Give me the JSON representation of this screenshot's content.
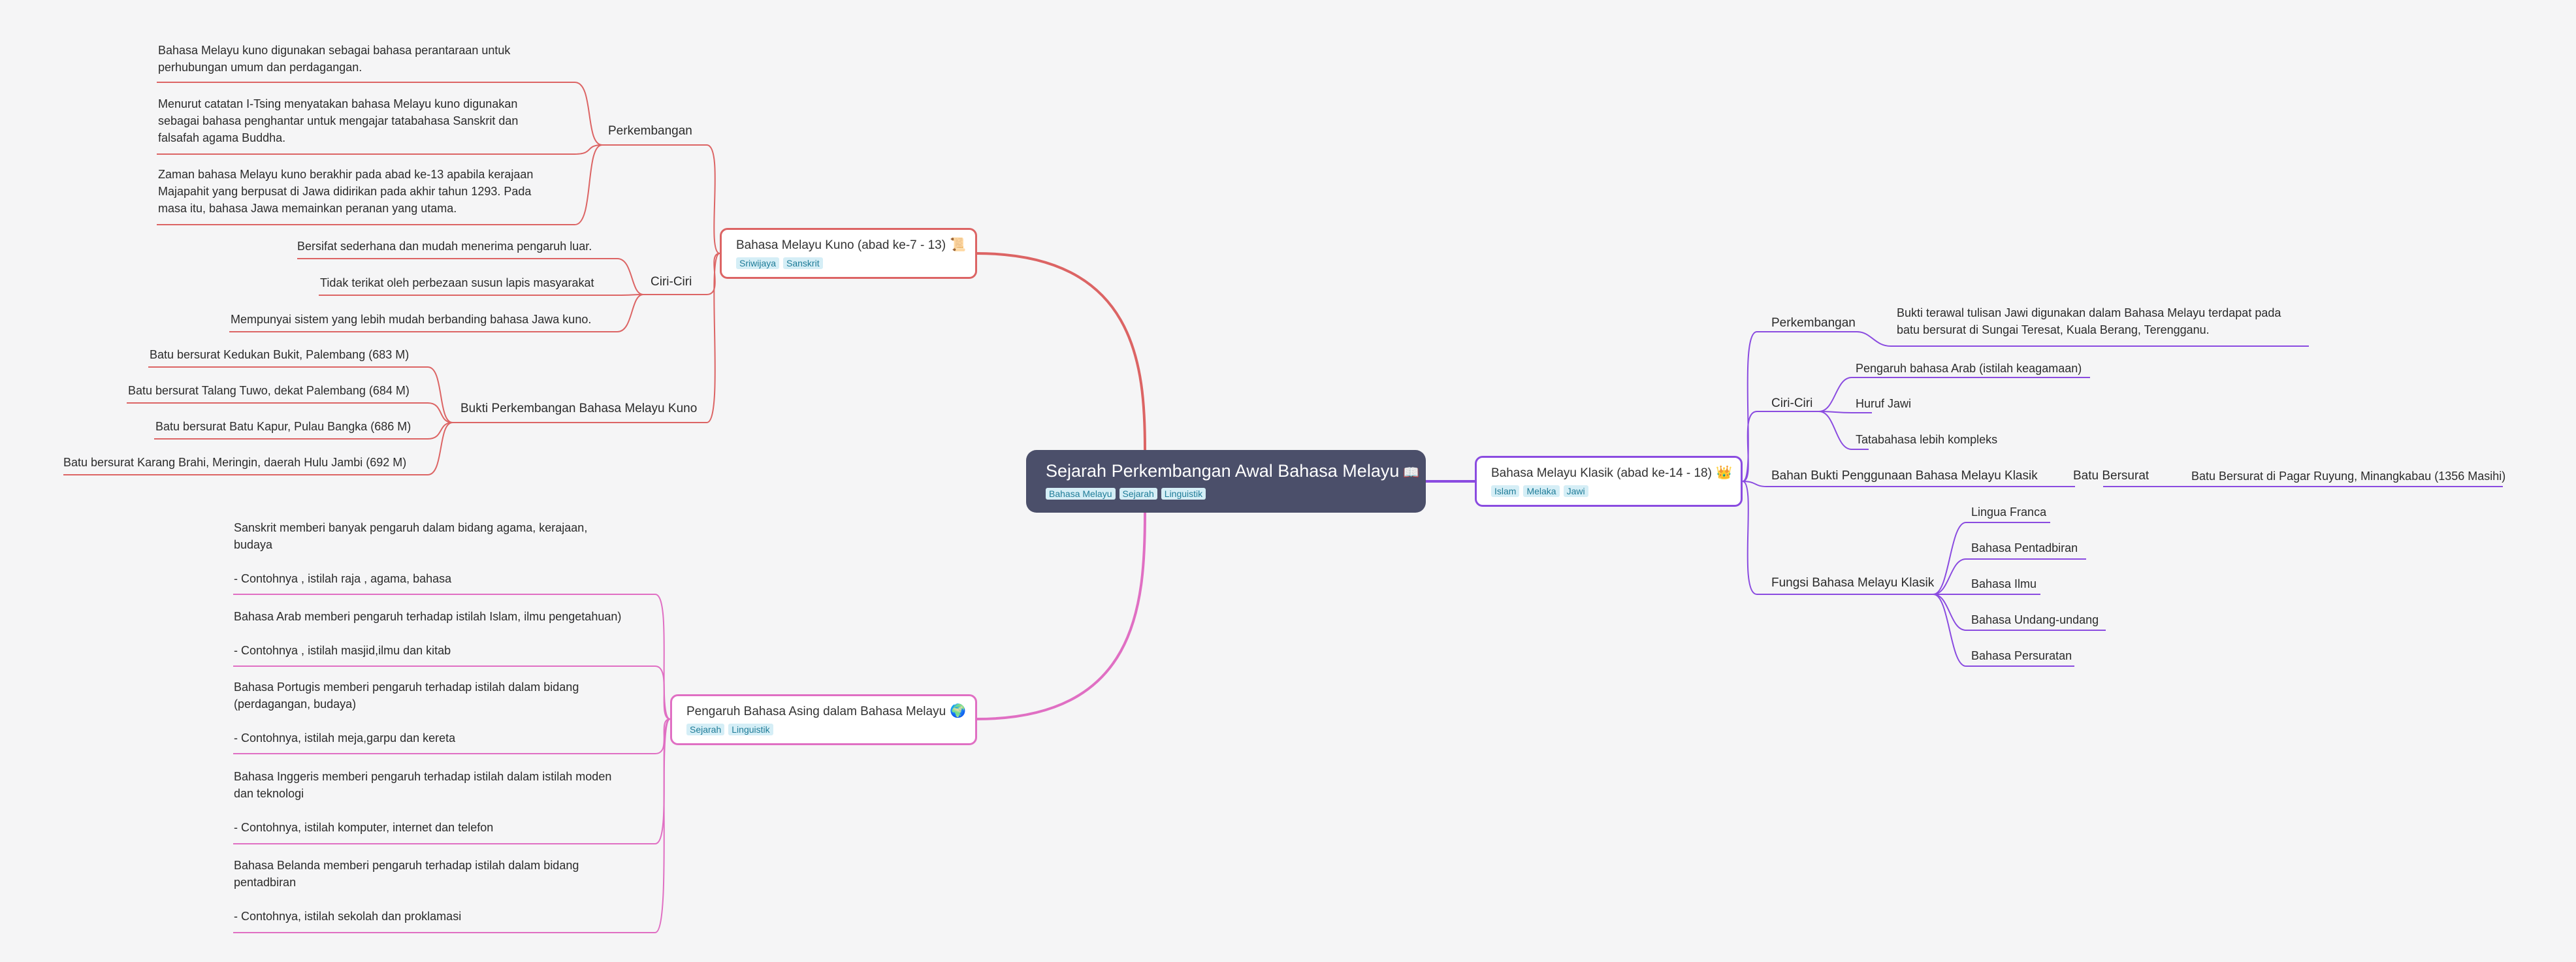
{
  "root": {
    "title": "Sejarah Perkembangan Awal Bahasa Melayu",
    "icon": "📖",
    "tags": [
      "Bahasa Melayu",
      "Sejarah",
      "Linguistik"
    ]
  },
  "kuno": {
    "title": "Bahasa Melayu Kuno (abad ke-7 - 13)",
    "icon": "📜",
    "tags": [
      "Sriwijaya",
      "Sanskrit"
    ],
    "perkembangan": {
      "label": "Perkembangan",
      "items": [
        "Bahasa Melayu kuno digunakan sebagai bahasa perantaraan untuk\nperhubungan umum dan perdagangan.",
        "Menurut catatan I-Tsing menyatakan bahasa Melayu kuno digunakan\nsebagai bahasa penghantar untuk mengajar tatabahasa Sanskrit dan\nfalsafah agama Buddha.",
        "Zaman bahasa Melayu kuno berakhir pada abad ke-13 apabila kerajaan\nMajapahit yang berpusat di Jawa didirikan pada akhir tahun 1293. Pada\nmasa itu, bahasa Jawa memainkan peranan yang utama."
      ]
    },
    "ciri": {
      "label": "Ciri-Ciri",
      "items": [
        "Bersifat sederhana dan mudah menerima pengaruh luar.",
        "Tidak terikat oleh perbezaan susun lapis masyarakat",
        "Mempunyai sistem yang lebih mudah berbanding bahasa Jawa kuno."
      ]
    },
    "bukti": {
      "label": "Bukti Perkembangan Bahasa Melayu Kuno",
      "items": [
        "Batu bersurat Kedukan Bukit, Palembang (683 M)",
        "Batu bersurat Talang Tuwo, dekat Palembang (684 M)",
        "Batu bersurat Batu Kapur, Pulau Bangka (686 M)",
        "Batu bersurat Karang Brahi, Meringin, daerah Hulu Jambi (692 M)"
      ]
    }
  },
  "asing": {
    "title": "Pengaruh Bahasa Asing dalam Bahasa Melayu",
    "icon": "🌍",
    "tags": [
      "Sejarah",
      "Linguistik"
    ],
    "items": [
      "Sanskrit memberi banyak pengaruh dalam bidang agama, kerajaan,\nbudaya\n\n- Contohnya , istilah raja , agama, bahasa",
      "Bahasa Arab memberi pengaruh terhadap istilah Islam, ilmu pengetahuan)\n\n- Contohnya , istilah masjid,ilmu dan kitab",
      "Bahasa Portugis memberi pengaruh terhadap istilah dalam bidang\n(perdagangan, budaya)\n\n- Contohnya, istilah meja,garpu dan kereta",
      "Bahasa Inggeris memberi pengaruh terhadap istilah dalam istilah moden\ndan teknologi\n\n- Contohnya, istilah komputer, internet dan telefon",
      "Bahasa Belanda memberi pengaruh terhadap istilah dalam bidang\npentadbiran\n\n- Contohnya, istilah sekolah dan proklamasi"
    ]
  },
  "klasik": {
    "title": "Bahasa Melayu Klasik (abad ke-14 - 18)",
    "icon": "👑",
    "tags": [
      "Islam",
      "Melaka",
      "Jawi"
    ],
    "perkembangan": {
      "label": "Perkembangan",
      "items": [
        "Bukti terawal tulisan Jawi digunakan dalam Bahasa Melayu terdapat pada\nbatu bersurat di Sungai Teresat, Kuala Berang, Terengganu."
      ]
    },
    "ciri": {
      "label": "Ciri-Ciri",
      "items": [
        "Pengaruh bahasa Arab (istilah keagamaan)",
        "Huruf Jawi",
        "Tatabahasa lebih kompleks"
      ]
    },
    "bahan": {
      "label": "Bahan Bukti Penggunaan Bahasa Melayu Klasik",
      "sub": "Batu Bersurat",
      "item": "Batu Bersurat di Pagar Ruyung, Minangkabau (1356 Masihi)"
    },
    "fungsi": {
      "label": "Fungsi Bahasa Melayu Klasik",
      "items": [
        "Lingua Franca",
        "Bahasa Pentadbiran",
        "Bahasa Ilmu",
        "Bahasa Undang-undang",
        "Bahasa Persuratan"
      ]
    }
  },
  "colors": {
    "kuno": "#dc6464",
    "asing": "#e06fc3",
    "klasik": "#8a4be0",
    "root": "#4b4f6a"
  }
}
